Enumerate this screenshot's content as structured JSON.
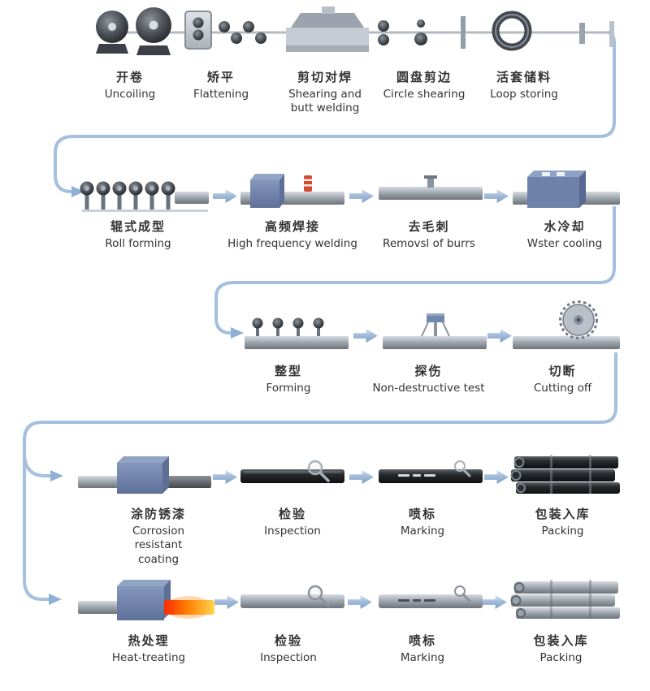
{
  "diagram": {
    "type": "process-flow",
    "lines": [
      {
        "steps": [
          {
            "zh": "开卷",
            "en": "Uncoiling",
            "icon": "uncoiler-icon"
          },
          {
            "zh": "矫平",
            "en": "Flattening",
            "icon": "flattener-icon"
          },
          {
            "zh": "剪切对焊",
            "en": "Shearing and butt welding",
            "icon": "shear-butt-welder-icon"
          },
          {
            "zh": "圆盘剪边",
            "en": "Circle shearing",
            "icon": "circle-shear-icon"
          },
          {
            "zh": "活套储料",
            "en": "Loop storing",
            "icon": "loop-storage-icon"
          }
        ]
      },
      {
        "steps": [
          {
            "zh": "辊式成型",
            "en": "Roll forming",
            "icon": "roll-forming-icon"
          },
          {
            "zh": "高频焊接",
            "en": "High frequency welding",
            "icon": "hf-welding-icon"
          },
          {
            "zh": "去毛刺",
            "en": "Removsl of burrs",
            "icon": "deburring-icon"
          },
          {
            "zh": "水冷却",
            "en": "Wster cooling",
            "icon": "water-cooling-icon"
          }
        ]
      },
      {
        "steps": [
          {
            "zh": "整型",
            "en": "Forming",
            "icon": "sizing-rollers-icon"
          },
          {
            "zh": "探伤",
            "en": "Non-destructive test",
            "icon": "ndt-probe-icon"
          },
          {
            "zh": "切断",
            "en": "Cutting off",
            "icon": "saw-cutting-icon"
          }
        ]
      },
      {
        "steps": [
          {
            "zh": "涂防锈漆",
            "en": "Corrosion resistant coating",
            "icon": "coating-box-icon"
          },
          {
            "zh": "检验",
            "en": "Inspection",
            "icon": "inspection-magnifier-icon"
          },
          {
            "zh": "喷标",
            "en": "Marking",
            "icon": "marking-sprayer-icon"
          },
          {
            "zh": "包装入库",
            "en": "Packing",
            "icon": "packing-bundle-icon"
          }
        ]
      },
      {
        "steps": [
          {
            "zh": "热处理",
            "en": "Heat-treating",
            "icon": "heat-treating-icon"
          },
          {
            "zh": "检验",
            "en": "Inspection",
            "icon": "inspection-magnifier-icon"
          },
          {
            "zh": "喷标",
            "en": "Marking",
            "icon": "marking-sprayer-icon"
          },
          {
            "zh": "包装入库",
            "en": "Packing",
            "icon": "packing-bundle-icon"
          }
        ]
      }
    ],
    "colors": {
      "connector": "#a5c0de",
      "connector_arrowhead": "#8fb0d6",
      "flow_arrow": "#9fb8d8",
      "label_text": "#333333",
      "machine_blue": "#7287ae",
      "machine_gray": "#c6ccd4",
      "tube_gray": "#a2a9b1",
      "tube_black": "#1a1d20",
      "heat_glow": "#ff7d00",
      "background": "#ffffff"
    }
  }
}
